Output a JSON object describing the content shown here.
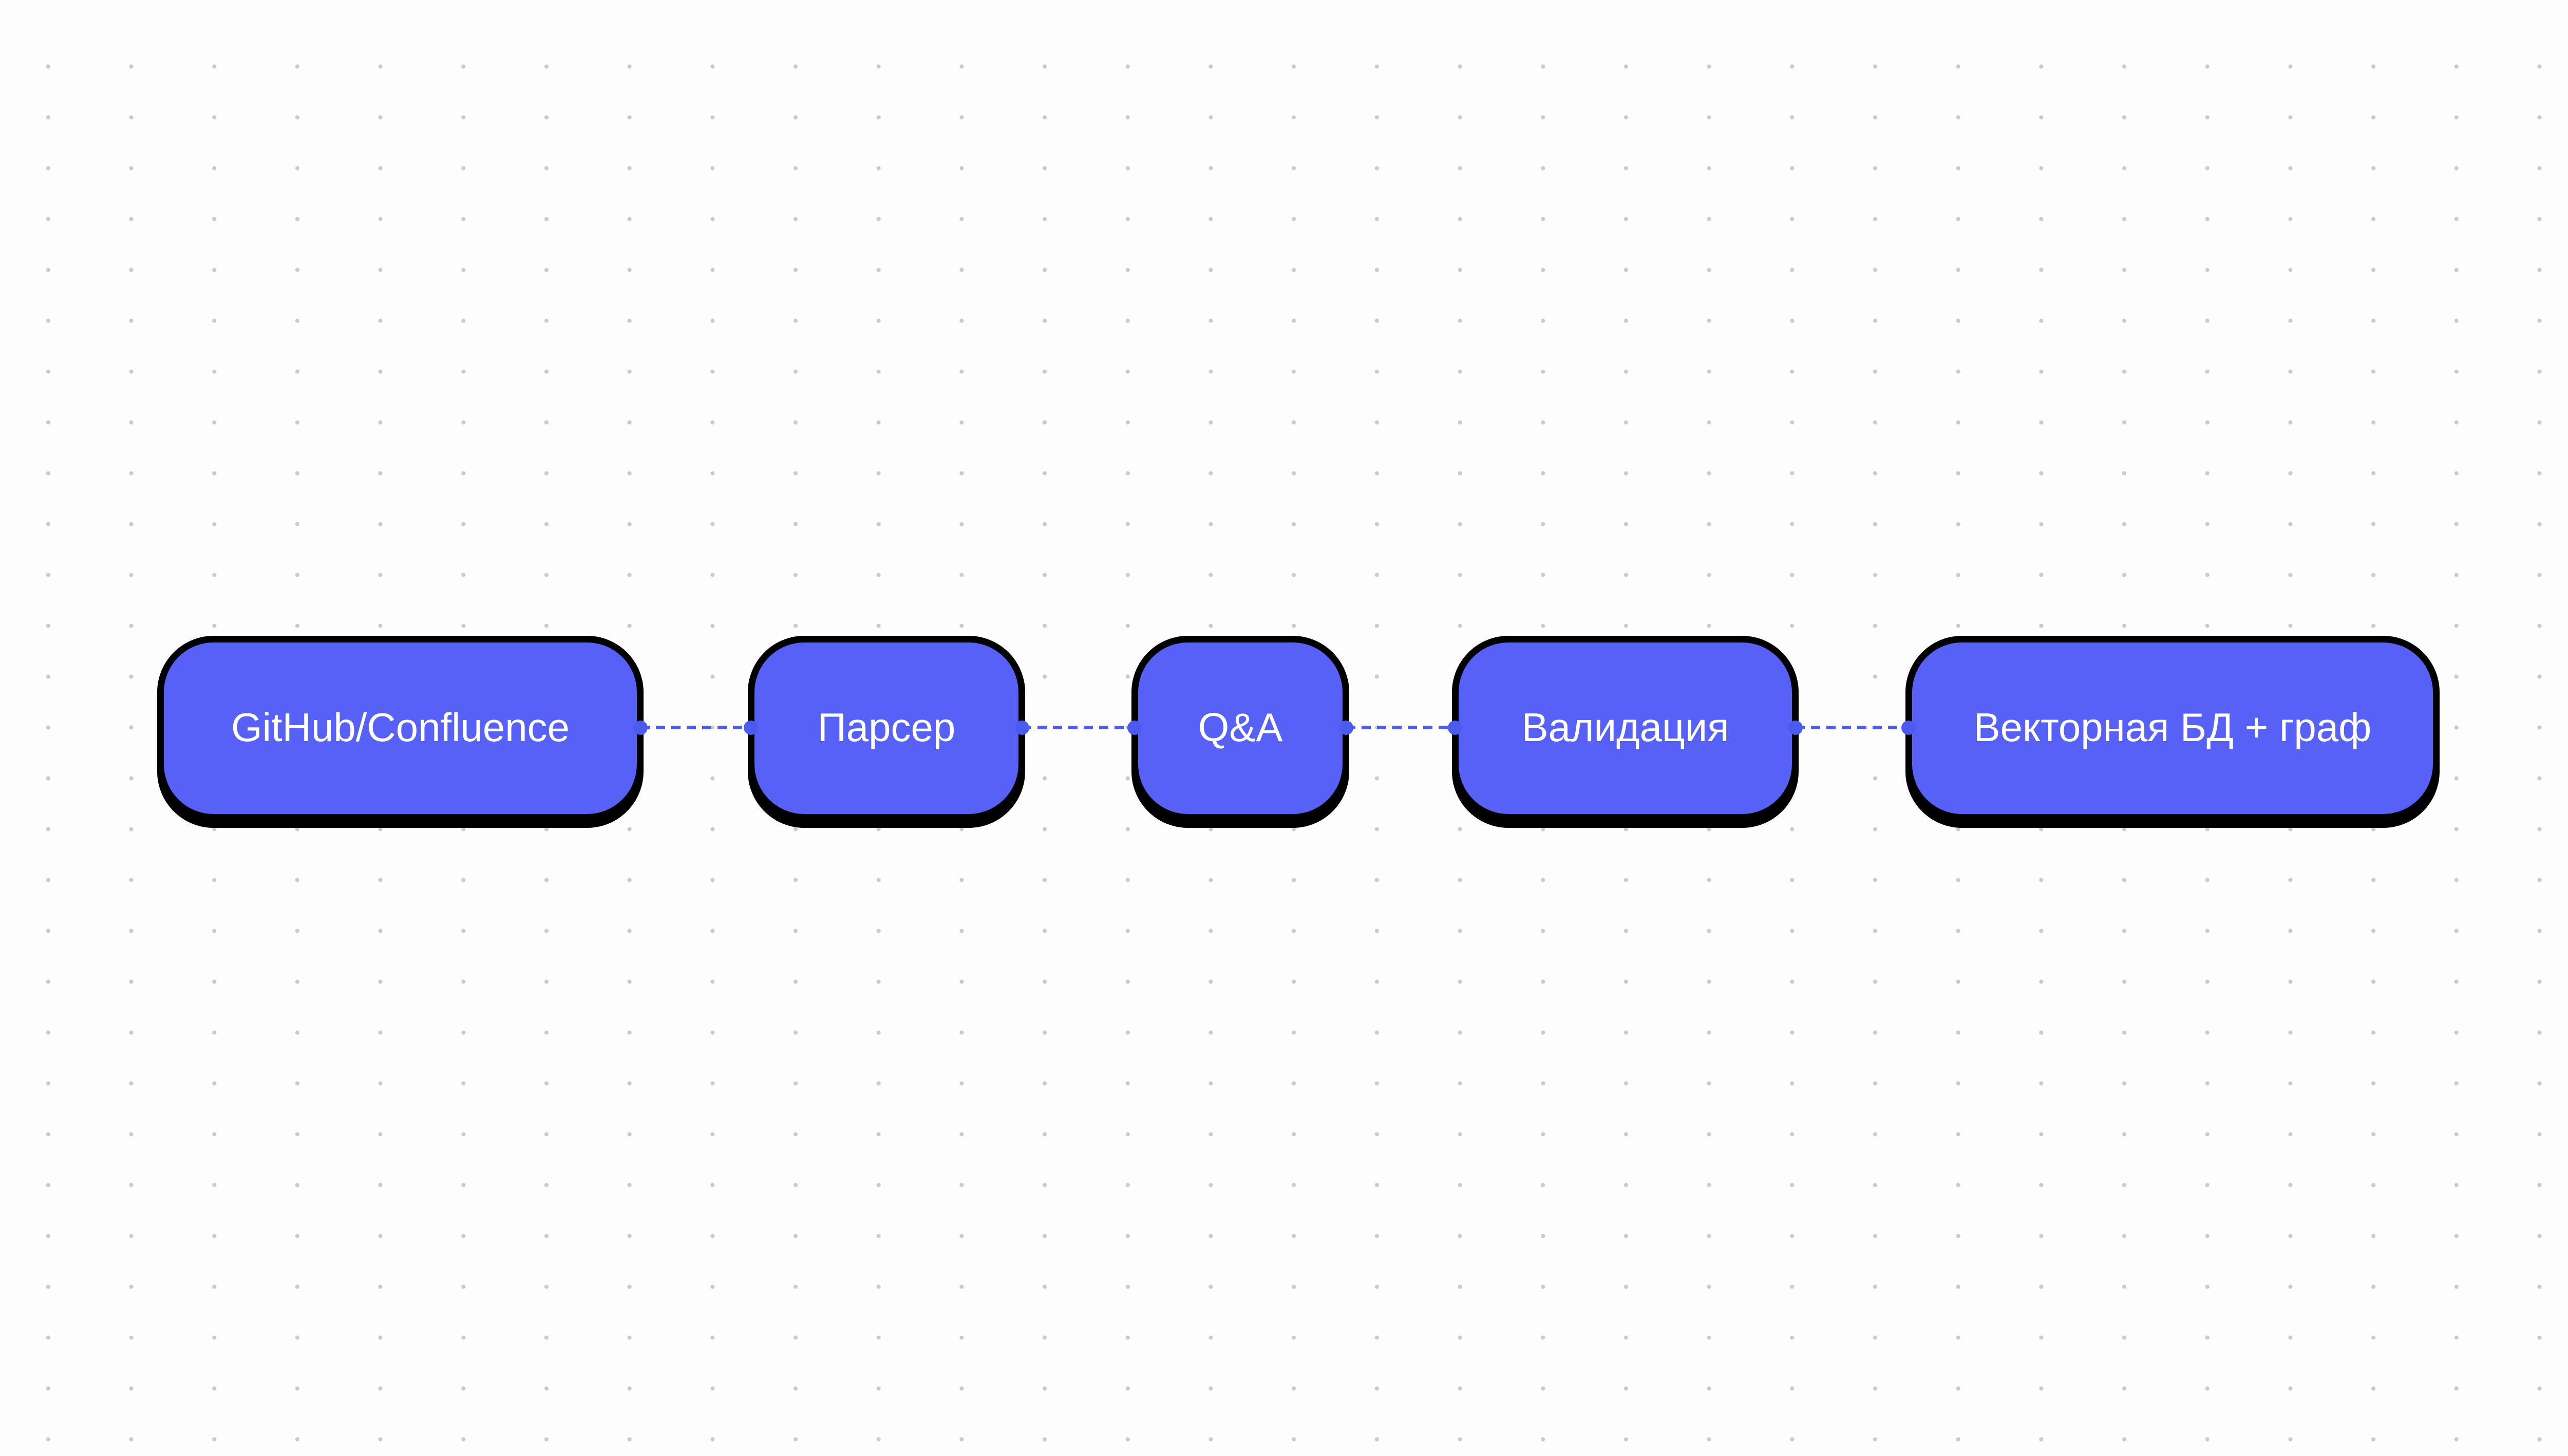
{
  "app": {
    "kind": "whiteboard-diagram-canvas"
  },
  "colors": {
    "background": "#FDFDFD",
    "grid_dot": "#CBCBCB",
    "node_fill": "#5761F5",
    "node_border": "#000000",
    "connector": "#4D5AEF",
    "node_text": "#FFFFFF"
  },
  "diagram": {
    "type": "pipeline-flow",
    "direction": "left-to-right",
    "nodes": [
      {
        "label": "GitHub/Confluence"
      },
      {
        "label": "Парсер"
      },
      {
        "label": "Q&A"
      },
      {
        "label": "Валидация"
      },
      {
        "label": "Векторная БД + граф"
      }
    ],
    "edges": [
      {
        "from": "GitHub/Confluence",
        "to": "Парсер",
        "style": "dashed"
      },
      {
        "from": "Парсер",
        "to": "Q&A",
        "style": "dashed"
      },
      {
        "from": "Q&A",
        "to": "Валидация",
        "style": "dashed"
      },
      {
        "from": "Валидация",
        "to": "Векторная БД + граф",
        "style": "dashed"
      }
    ]
  }
}
